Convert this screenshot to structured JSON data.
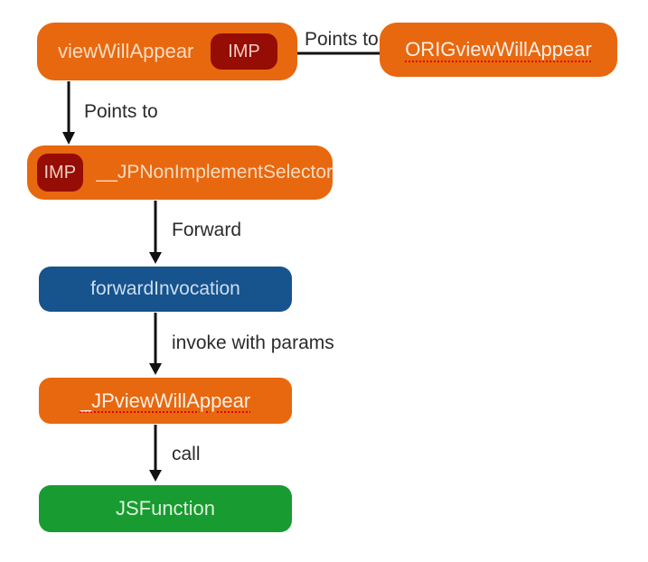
{
  "diagram_title": "method swizzling flow",
  "colors": {
    "node_orange": "#E8680F",
    "badge_dark_red": "#950D04",
    "node_blue": "#17538C",
    "node_green": "#189B30",
    "underline_red": "#E00000",
    "arrow_black": "#111111",
    "edge_label_text": "#2B2B2B"
  },
  "nodes": {
    "view_will_appear": {
      "label": "viewWillAppear",
      "badge": "IMP"
    },
    "orig_view_will_appear": {
      "label": "ORIGviewWillAppear"
    },
    "non_implement_selector": {
      "label": "__JPNonImplementSelector",
      "badge": "IMP"
    },
    "forward_invocation": {
      "label": "forwardInvocation"
    },
    "jp_view_will_appear": {
      "label": "_JPviewWillAppear"
    },
    "js_function": {
      "label": "JSFunction"
    }
  },
  "edge_labels": {
    "orig_to_view": "Points to",
    "view_to_selector": "Points to",
    "selector_to_forward": "Forward",
    "forward_to_jp": "invoke with params",
    "jp_to_js": "call"
  }
}
